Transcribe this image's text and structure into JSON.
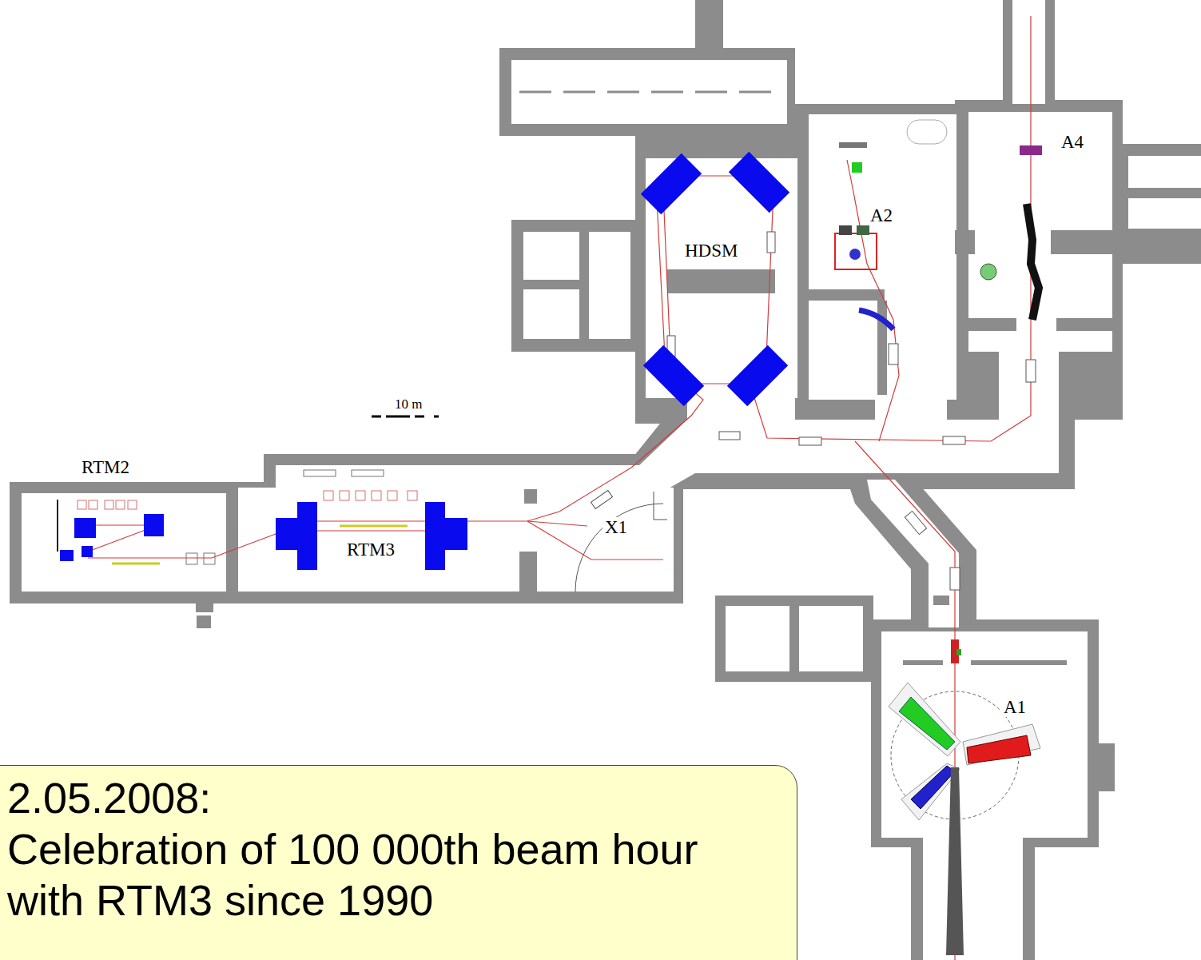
{
  "diagram": {
    "nodes": [
      {
        "text": [
          "2.05.2008:",
          "Celebration of 100 000th beam hour with RTM3 since 1990"
        ]
      }
    ],
    "labels": [
      "RTM2",
      "RTM3",
      "X1",
      "HDSM",
      "A2",
      "A4",
      "A1",
      "10 m"
    ]
  }
}
